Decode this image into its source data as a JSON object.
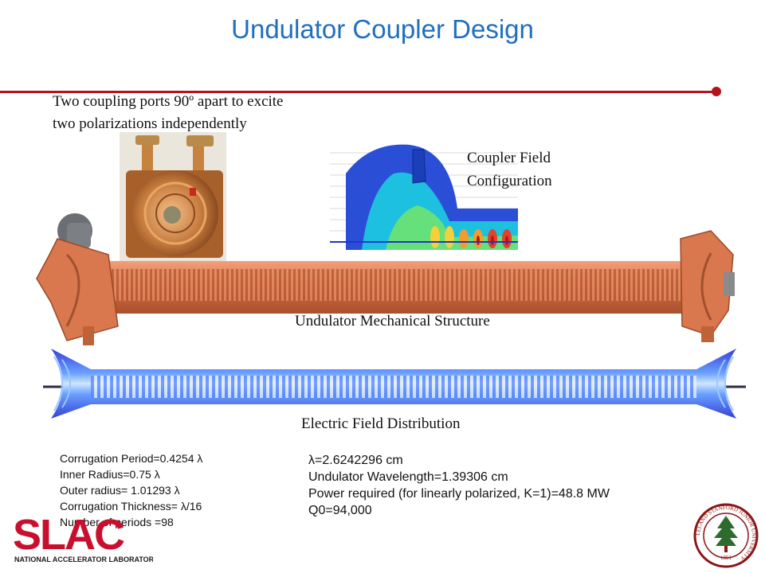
{
  "slide": {
    "title": "Undulator Coupler Design"
  },
  "annotations": {
    "ports_line1": "Two coupling ports 90º apart to excite",
    "ports_line2": "two polarizations independently",
    "coupler_line1": "Coupler Field",
    "coupler_line2": "Configuration",
    "mechanical": "Undulator Mechanical Structure",
    "efield": "Electric Field Distribution"
  },
  "left_params": [
    "Corrugation Period=0.4254 λ",
    "Inner Radius=0.75 λ",
    "Outer radius= 1.01293 λ",
    "Corrugation Thickness= λ/16",
    "Number of periods =98"
  ],
  "right_params": [
    "λ=2.6242296 cm",
    "Undulator Wavelength=1.39306 cm",
    "Power required (for linearly polarized, K=1)=48.8 MW",
    "Q0=94,000"
  ],
  "logos": {
    "slac": "SLAC",
    "slac_sub": "NATIONAL ACCELERATOR LABORATORY",
    "seal_text": "LELAND STANFORD JUNIOR UNIVERSITY",
    "seal_year": "1891"
  },
  "colors": {
    "title": "#1f6fbf",
    "rule": "#b5121b",
    "copper": "#d9774f",
    "field_blue": "#2233cc",
    "slac_red": "#c8102e"
  }
}
